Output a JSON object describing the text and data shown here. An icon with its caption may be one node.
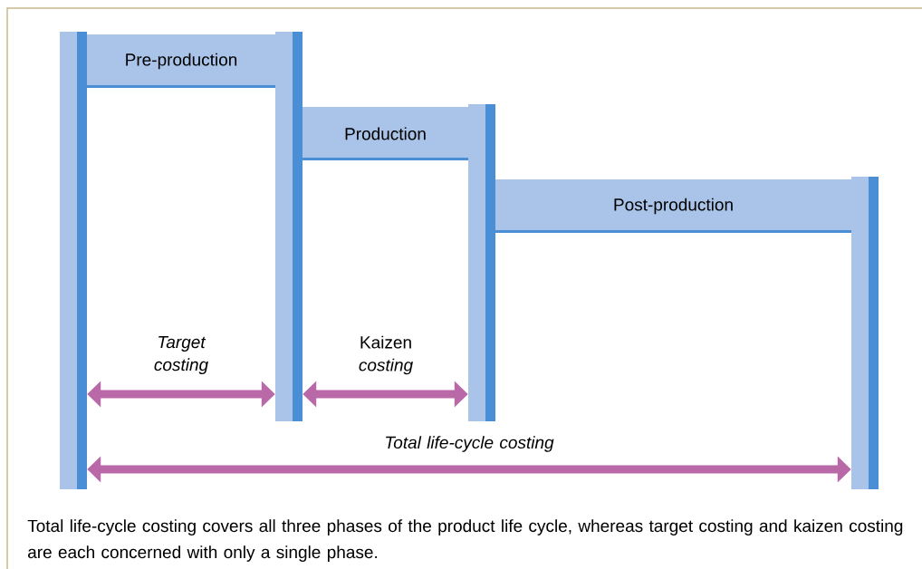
{
  "diagram": {
    "caption": "Total life-cycle costing covers all three phases of the product life cycle, whereas target costing and kaizen costing are each concerned with only a single phase.",
    "nodes": [
      {
        "text": [
          "Pre-production"
        ]
      },
      {
        "text": [
          "Production"
        ]
      },
      {
        "text": [
          "Post-production"
        ]
      },
      {
        "text": [],
        "shape": "bar"
      },
      {
        "text": [],
        "shape": "bar"
      },
      {
        "text": [],
        "shape": "bar"
      },
      {
        "text": [],
        "shape": "bar"
      }
    ],
    "edges": [
      {
        "from": 3,
        "to": 4,
        "arrow": "both",
        "label": "Target costing"
      },
      {
        "from": 4,
        "to": 5,
        "arrow": "both",
        "label": "Kaizen *costing*"
      },
      {
        "from": 3,
        "to": 6,
        "arrow": "both",
        "label": "Total life-cycle costing"
      }
    ]
  }
}
